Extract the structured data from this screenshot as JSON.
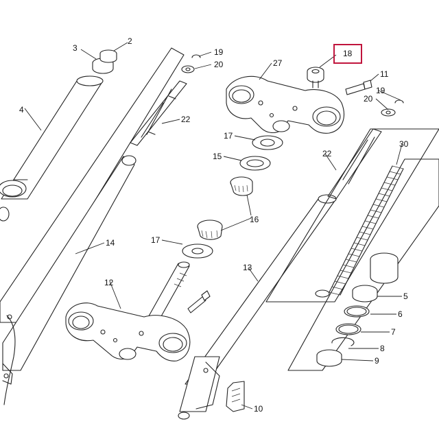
{
  "callouts": [
    {
      "id": "c18",
      "label": "18",
      "highlighted": true
    },
    {
      "id": "c3",
      "label": "3"
    },
    {
      "id": "c2",
      "label": "2"
    },
    {
      "id": "c19a",
      "label": "19"
    },
    {
      "id": "c20a",
      "label": "20"
    },
    {
      "id": "c27",
      "label": "27"
    },
    {
      "id": "c11",
      "label": "11"
    },
    {
      "id": "c19b",
      "label": "19"
    },
    {
      "id": "c20b",
      "label": "20"
    },
    {
      "id": "c4",
      "label": "4"
    },
    {
      "id": "c22a",
      "label": "22"
    },
    {
      "id": "c17a",
      "label": "17"
    },
    {
      "id": "c15",
      "label": "15"
    },
    {
      "id": "c22b",
      "label": "22"
    },
    {
      "id": "c30",
      "label": "30"
    },
    {
      "id": "c16",
      "label": "16"
    },
    {
      "id": "c14",
      "label": "14"
    },
    {
      "id": "c17b",
      "label": "17"
    },
    {
      "id": "c13",
      "label": "13"
    },
    {
      "id": "c12",
      "label": "12"
    },
    {
      "id": "c5",
      "label": "5"
    },
    {
      "id": "c6",
      "label": "6"
    },
    {
      "id": "c7",
      "label": "7"
    },
    {
      "id": "c8",
      "label": "8"
    },
    {
      "id": "c9",
      "label": "9"
    },
    {
      "id": "c10",
      "label": "10"
    }
  ],
  "colors": {
    "line": "#222222",
    "highlight": "#c0143c",
    "background": "#ffffff"
  }
}
